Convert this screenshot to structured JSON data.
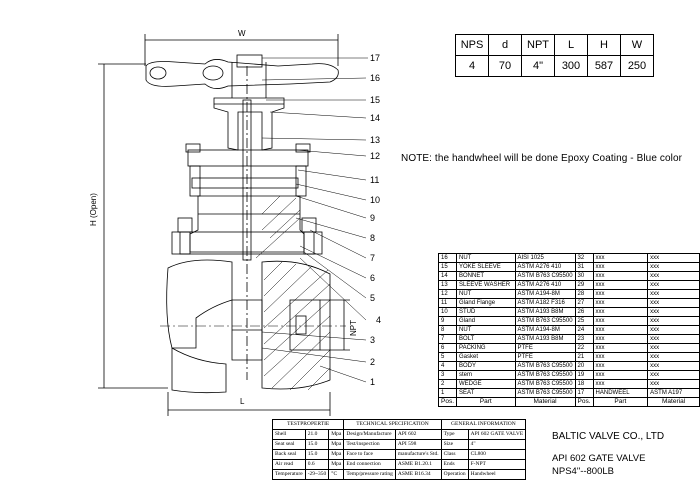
{
  "dimension_table": {
    "headers": [
      "NPS",
      "d",
      "NPT",
      "L",
      "H",
      "W"
    ],
    "values": [
      "4",
      "70",
      "4\"",
      "300",
      "587",
      "250"
    ]
  },
  "note": "NOTE: the handwheel will be done Epoxy Coating - Blue color",
  "dimension_labels": {
    "w": "W",
    "h": "H (Open)",
    "npt": "NPT",
    "l": "L"
  },
  "callouts": [
    "17",
    "16",
    "15",
    "14",
    "13",
    "12",
    "11",
    "10",
    "9",
    "8",
    "7",
    "6",
    "5",
    "4",
    "3",
    "2",
    "1"
  ],
  "parts_list": {
    "rows": [
      [
        "16",
        "NUT",
        "AISI 1025",
        "32",
        "xxx",
        "xxx"
      ],
      [
        "15",
        "YOKE SLEEVE",
        "ASTM A276 410",
        "31",
        "xxx",
        "xxx"
      ],
      [
        "14",
        "BONNET",
        "ASTM B763 C95500",
        "30",
        "xxx",
        "xxx"
      ],
      [
        "13",
        "SLEEVE WASHER",
        "ASTM A276 410",
        "29",
        "xxx",
        "xxx"
      ],
      [
        "12",
        "NUT",
        "ASTM A194-8M",
        "28",
        "xxx",
        "xxx"
      ],
      [
        "11",
        "Gland Flange",
        "ASTM A182 F316",
        "27",
        "xxx",
        "xxx"
      ],
      [
        "10",
        "STUD",
        "ASTM A193 B8M",
        "26",
        "xxx",
        "xxx"
      ],
      [
        "9",
        "Gland",
        "ASTM B763 C95500",
        "25",
        "xxx",
        "xxx"
      ],
      [
        "8",
        "NUT",
        "ASTM A194-8M",
        "24",
        "xxx",
        "xxx"
      ],
      [
        "7",
        "BOLT",
        "ASTM A193 B8M",
        "23",
        "xxx",
        "xxx"
      ],
      [
        "6",
        "PACKING",
        "PTFE",
        "22",
        "xxx",
        "xxx"
      ],
      [
        "5",
        "Gasket",
        "PTFE",
        "21",
        "xxx",
        "xxx"
      ],
      [
        "4",
        "BODY",
        "ASTM B763 C95500",
        "20",
        "xxx",
        "xxx"
      ],
      [
        "3",
        "stem",
        "ASTM B763 C95500",
        "19",
        "xxx",
        "xxx"
      ],
      [
        "2",
        "WEDGE",
        "ASTM B763 C95500",
        "18",
        "xxx",
        "xxx"
      ],
      [
        "1",
        "SEAT",
        "ASTM B763 C95500",
        "17",
        "HANDWEEL",
        "ASTM A197"
      ]
    ],
    "header": [
      "Pos.",
      "Part",
      "Material",
      "Pos.",
      "Part",
      "Material"
    ]
  },
  "spec_table": {
    "headers": [
      "TESTPROPERTIE",
      "TECHNICAL SPECIFICATION",
      "GENERAL INFORMATION"
    ],
    "rows": [
      [
        "Shell",
        "21.0",
        "Mpa",
        "Design/Manufacture",
        "API 602",
        "Type",
        "API 602 GATE VALVE"
      ],
      [
        "Seat seal",
        "15.0",
        "Mpa",
        "Test/inspection",
        "API 598",
        "Size",
        "4\""
      ],
      [
        "Back seal",
        "15.0",
        "Mpa",
        "Face to face",
        "manufacture's Std.",
        "Class",
        "CL800"
      ],
      [
        "Air read",
        "0.6",
        "Mpa",
        "End connection",
        "ASME B1.20.1",
        "Ends",
        "F-NPT"
      ],
      [
        "Temperature",
        "-29~350",
        "°C",
        "Temp/pressure rating",
        "ASME B16.34",
        "Operation",
        "Handwheel"
      ]
    ]
  },
  "title_block": {
    "company": "BALTIC VALVE CO., LTD",
    "title_line1": "API 602  GATE VALVE",
    "title_line2": "NPS4\"--800LB"
  }
}
